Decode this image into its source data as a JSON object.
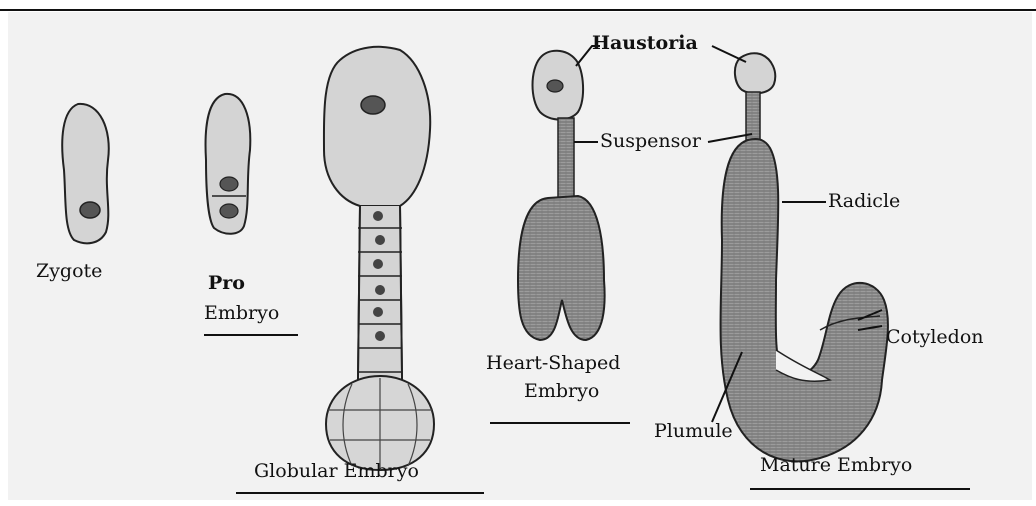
{
  "stages": {
    "zygote": "Zygote",
    "pro_line1": "Pro",
    "pro_line2": "Embryo",
    "globular": "Globular Embryo",
    "heart_line1": "Heart-Shaped",
    "heart_line2": "Embryo",
    "mature": "Mature Embryo"
  },
  "parts": {
    "haustoria": "Haustoria",
    "suspensor": "Suspensor",
    "radicle": "Radicle",
    "cotyledon": "Cotyledon",
    "plumule": "Plumule"
  },
  "colors": {
    "frame": "#f2f2f2",
    "cell_fill": "#d4d4d4",
    "embryo_fill": "#9a9a9a",
    "ink": "#111111"
  }
}
